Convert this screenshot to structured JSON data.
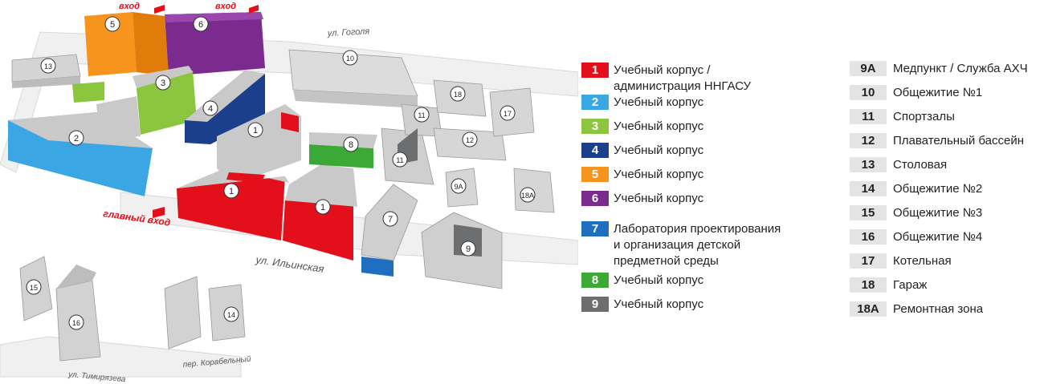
{
  "map": {
    "streets": {
      "gogolya": "ул. Гоголя",
      "ilinskaya": "ул. Ильинская",
      "timiryazeva": "ул. Тимирязева",
      "korablny": "пер. Корабельный"
    },
    "entrances": {
      "top_left": "вход",
      "top_right": "вход",
      "main": "главный вход"
    },
    "building_numbers": {
      "b1": "1",
      "b2": "2",
      "b3": "3",
      "b4": "4",
      "b5": "5",
      "b6": "6",
      "b7": "7",
      "b8": "8",
      "b9": "9",
      "b9a": "9А",
      "b10": "10",
      "b11": "11",
      "b12": "12",
      "b13": "13",
      "b14": "14",
      "b15": "15",
      "b16": "16",
      "b17": "17",
      "b18": "18",
      "b18a": "18А"
    }
  },
  "legend_colored": [
    {
      "num": "1",
      "label": "Учебный корпус /\nадминистрация ННГАСУ",
      "color": "#e3101b"
    },
    {
      "num": "2",
      "label": "Учебный корпус",
      "color": "#3aa6e3"
    },
    {
      "num": "3",
      "label": "Учебный корпус",
      "color": "#8cc63f"
    },
    {
      "num": "4",
      "label": "Учебный корпус",
      "color": "#1b3f8b"
    },
    {
      "num": "5",
      "label": "Учебный корпус",
      "color": "#f7941d"
    },
    {
      "num": "6",
      "label": "Учебный корпус",
      "color": "#7b2a8e"
    },
    {
      "num": "7",
      "label": "Лаборатория проектирования\nи организация детской\nпредметной среды",
      "color": "#1e6fc0"
    },
    {
      "num": "8",
      "label": "Учебный корпус",
      "color": "#3aa935"
    },
    {
      "num": "9",
      "label": "Учебный корпус",
      "color": "#6d6e70"
    }
  ],
  "legend_plain": [
    {
      "num": "9А",
      "label": "Медпункт / Служба АХЧ"
    },
    {
      "num": "10",
      "label": "Общежитие №1"
    },
    {
      "num": "11",
      "label": "Спортзалы"
    },
    {
      "num": "12",
      "label": "Плавательный бассейн"
    },
    {
      "num": "13",
      "label": "Столовая"
    },
    {
      "num": "14",
      "label": "Общежитие №2"
    },
    {
      "num": "15",
      "label": "Общежитие №3"
    },
    {
      "num": "16",
      "label": "Общежитие №4"
    },
    {
      "num": "17",
      "label": "Котельная"
    },
    {
      "num": "18",
      "label": "Гараж"
    },
    {
      "num": "18А",
      "label": "Ремонтная зона"
    }
  ],
  "colors": {
    "gray_building": "#c9c9c9",
    "road": "#efefef",
    "entrance_red": "#e3101b"
  }
}
